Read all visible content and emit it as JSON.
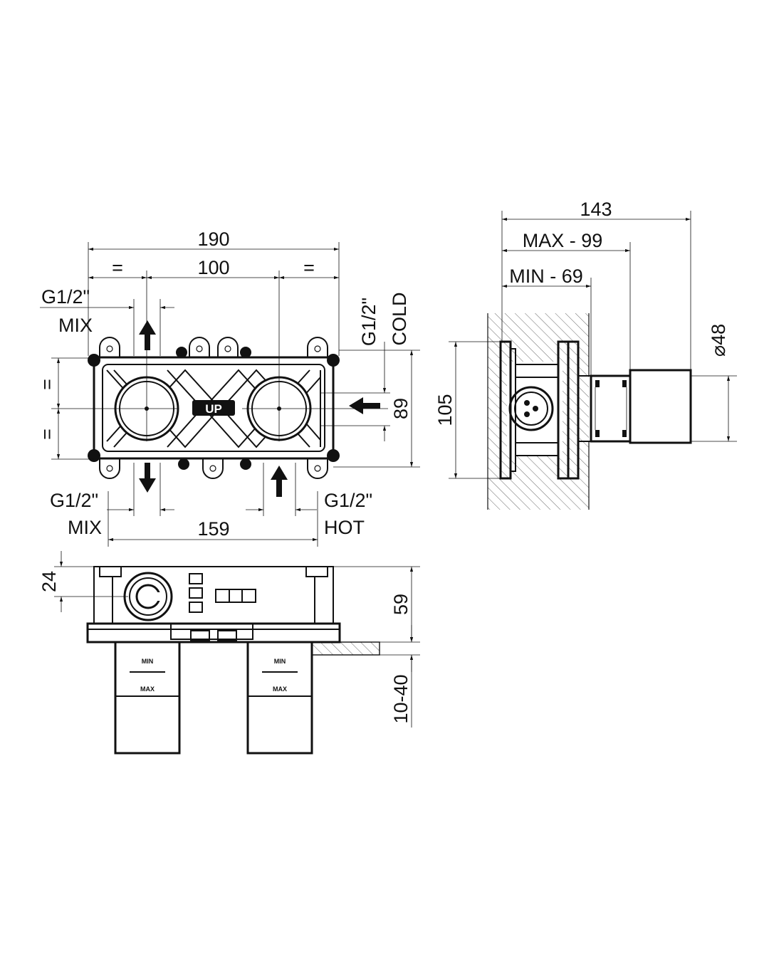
{
  "front_view": {
    "width_overall": "190",
    "center_distance": "100",
    "equal_left": "=",
    "equal_right": "=",
    "port_top_left_thread": "G1/2\"",
    "port_top_left_label": "MIX",
    "port_right_thread": "G1/2\"",
    "port_right_label": "COLD",
    "height_body": "89",
    "equal_upper": "=",
    "equal_lower": "=",
    "port_bottom_left_thread": "G1/2\"",
    "port_bottom_left_label": "MIX",
    "port_bottom_right_thread": "G1/2\"",
    "port_bottom_right_label": "HOT",
    "bottom_port_distance": "159",
    "logo_text": "UP"
  },
  "side_view": {
    "depth_overall": "143",
    "depth_max": "MAX - 99",
    "depth_min": "MIN - 69",
    "flange_height": "105",
    "diameter": "⌀48"
  },
  "bottom_view": {
    "axis_offset": "24",
    "height_total": "59",
    "extension_range": "10-40",
    "marker_min": "MIN",
    "marker_max": "MAX"
  }
}
